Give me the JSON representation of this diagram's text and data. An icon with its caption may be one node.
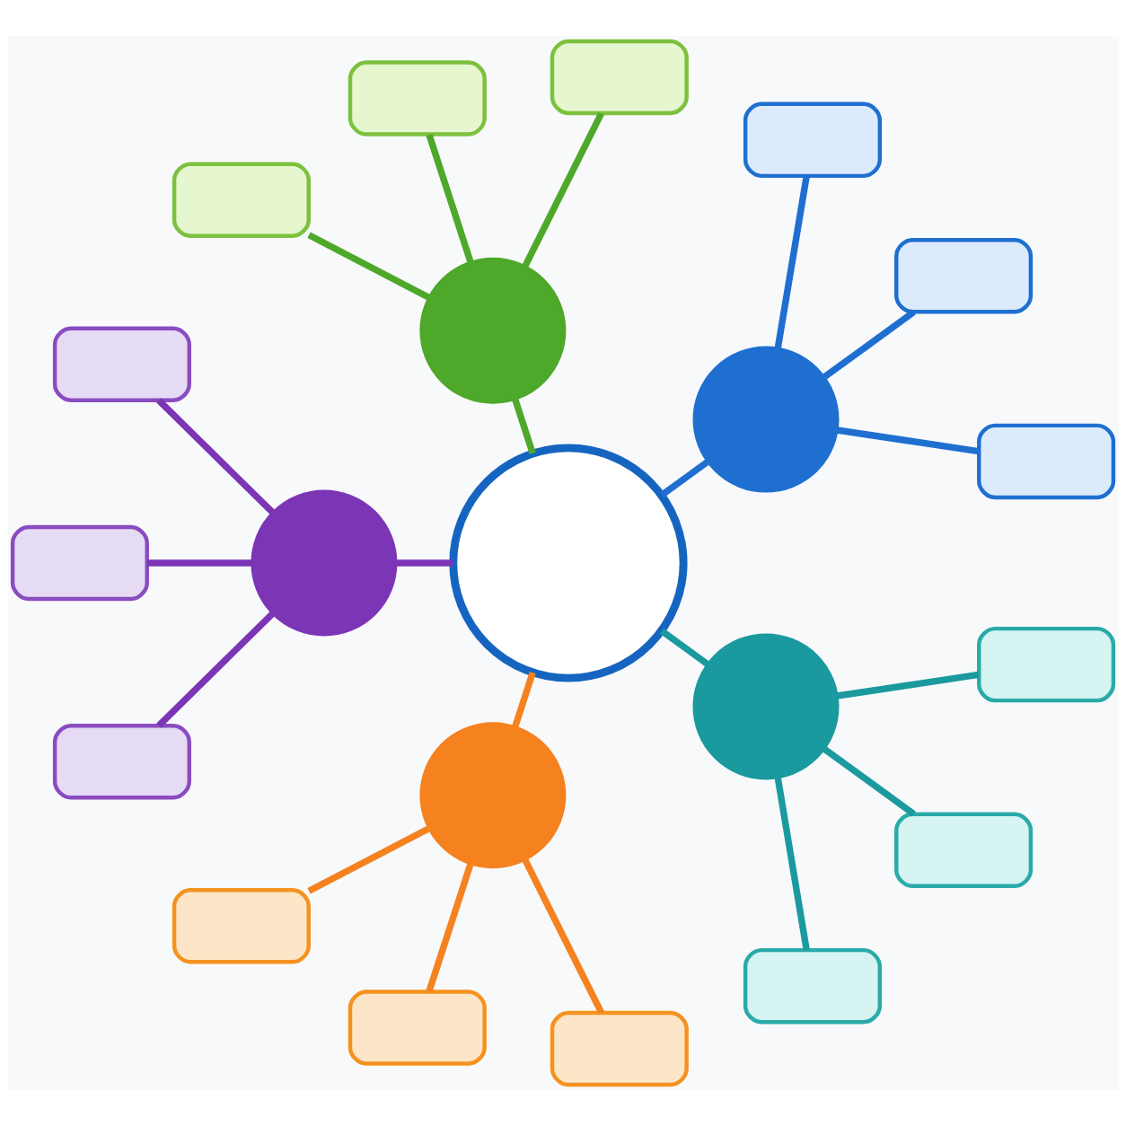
{
  "diagram": {
    "nodes": [
      {
        "text": [],
        "shape": "circle"
      },
      {
        "text": [],
        "shape": "circle"
      },
      {
        "text": [],
        "shape": "box"
      },
      {
        "text": [],
        "shape": "box"
      },
      {
        "text": [],
        "shape": "box"
      },
      {
        "text": [],
        "shape": "circle"
      },
      {
        "text": [],
        "shape": "box"
      },
      {
        "text": [],
        "shape": "box"
      },
      {
        "text": [],
        "shape": "box"
      },
      {
        "text": [],
        "shape": "circle"
      },
      {
        "text": [],
        "shape": "box"
      },
      {
        "text": [],
        "shape": "box"
      },
      {
        "text": [],
        "shape": "box"
      },
      {
        "text": [],
        "shape": "circle"
      },
      {
        "text": [],
        "shape": "box"
      },
      {
        "text": [],
        "shape": "box"
      },
      {
        "text": [],
        "shape": "box"
      },
      {
        "text": [],
        "shape": "circle"
      },
      {
        "text": [],
        "shape": "box"
      },
      {
        "text": [],
        "shape": "box"
      },
      {
        "text": [],
        "shape": "box"
      }
    ],
    "edges": [
      {
        "from": 0,
        "to": 1,
        "arrow": "none",
        "color": "#1f6fd1"
      },
      {
        "from": 1,
        "to": 2,
        "arrow": "none",
        "color": "#1f6fd1"
      },
      {
        "from": 1,
        "to": 3,
        "arrow": "none",
        "color": "#1f6fd1"
      },
      {
        "from": 1,
        "to": 4,
        "arrow": "none",
        "color": "#1f6fd1"
      },
      {
        "from": 0,
        "to": 5,
        "arrow": "none",
        "color": "#4ea82a"
      },
      {
        "from": 5,
        "to": 6,
        "arrow": "none",
        "color": "#4ea82a"
      },
      {
        "from": 5,
        "to": 7,
        "arrow": "none",
        "color": "#4ea82a"
      },
      {
        "from": 5,
        "to": 8,
        "arrow": "none",
        "color": "#4ea82a"
      },
      {
        "from": 0,
        "to": 9,
        "arrow": "none",
        "color": "#7b35b5"
      },
      {
        "from": 9,
        "to": 10,
        "arrow": "none",
        "color": "#7b35b5"
      },
      {
        "from": 9,
        "to": 11,
        "arrow": "none",
        "color": "#7b35b5"
      },
      {
        "from": 9,
        "to": 12,
        "arrow": "none",
        "color": "#7b35b5"
      },
      {
        "from": 0,
        "to": 13,
        "arrow": "none",
        "color": "#f5821f"
      },
      {
        "from": 13,
        "to": 14,
        "arrow": "none",
        "color": "#f5821f"
      },
      {
        "from": 13,
        "to": 15,
        "arrow": "none",
        "color": "#f5821f"
      },
      {
        "from": 13,
        "to": 16,
        "arrow": "none",
        "color": "#f5821f"
      },
      {
        "from": 0,
        "to": 17,
        "arrow": "none",
        "color": "#1a9a9f"
      },
      {
        "from": 17,
        "to": 18,
        "arrow": "none",
        "color": "#1a9a9f"
      },
      {
        "from": 17,
        "to": 19,
        "arrow": "none",
        "color": "#1a9a9f"
      },
      {
        "from": 17,
        "to": 20,
        "arrow": "none",
        "color": "#1a9a9f"
      }
    ]
  }
}
